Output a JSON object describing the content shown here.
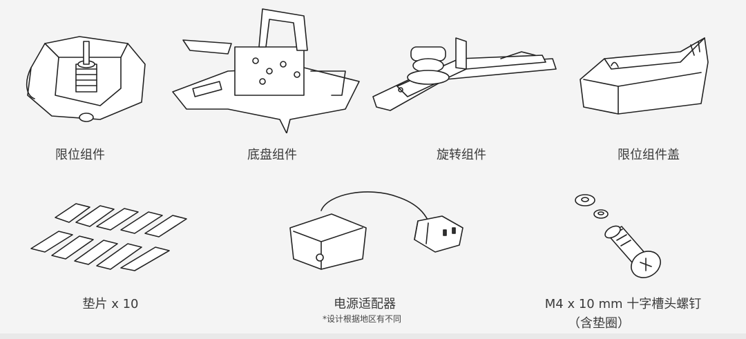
{
  "parts": [
    {
      "label": "限位组件"
    },
    {
      "label": "底盘组件"
    },
    {
      "label": "旋转组件"
    },
    {
      "label": "限位组件盖"
    },
    {
      "label": "垫片 x 10"
    },
    {
      "label": "电源适配器",
      "note": "*设计根据地区有不同"
    },
    {
      "label": "M4 x 10 mm 十字槽头螺钉",
      "sublabel": "（含垫圈）"
    }
  ]
}
